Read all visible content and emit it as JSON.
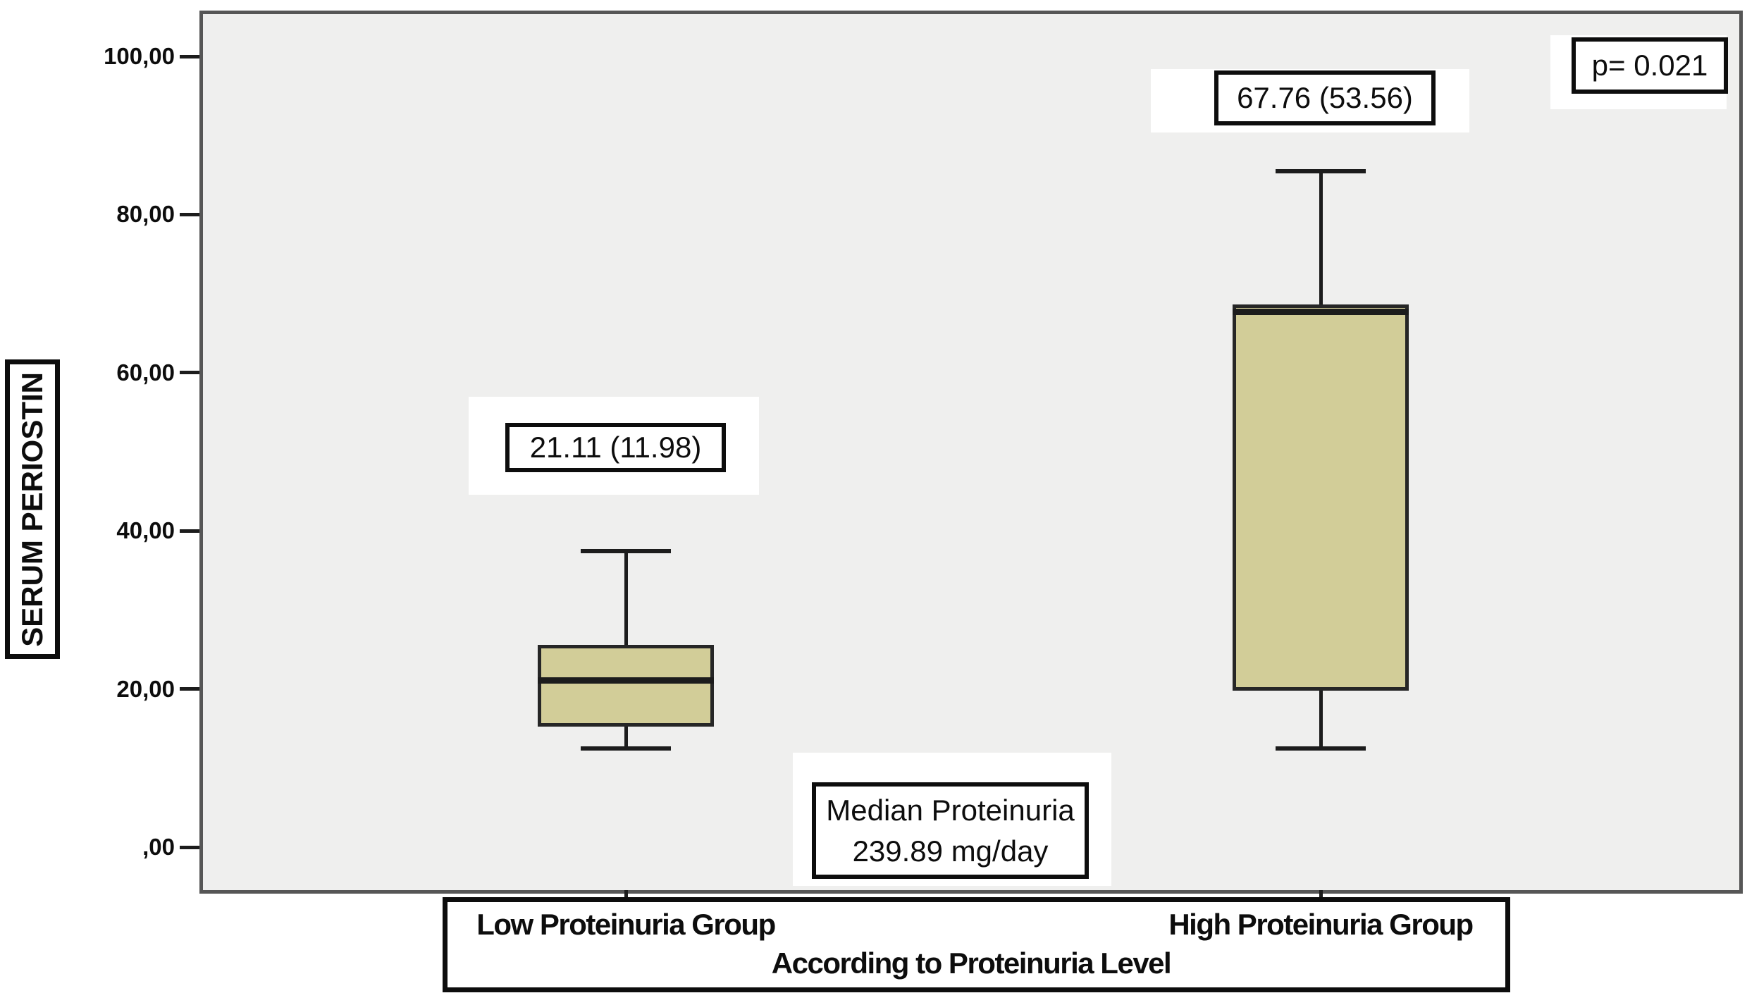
{
  "figure": {
    "background": "#ffffff",
    "plot_bg": "#efefee",
    "border_color": "#565656",
    "box_fill": "#d2cd98",
    "line_color": "#1c1c1c"
  },
  "y_axis": {
    "label": "SERUM PERIOSTIN",
    "ticks": [
      {
        "label": "100,00",
        "value": 100
      },
      {
        "label": "80,00",
        "value": 80
      },
      {
        "label": "60,00",
        "value": 60
      },
      {
        "label": "40,00",
        "value": 40
      },
      {
        "label": "20,00",
        "value": 20
      },
      {
        "label": ",00",
        "value": 0
      }
    ]
  },
  "x_axis": {
    "title": "According to Proteinuria Level",
    "categories": [
      "Low Proteinuria Group",
      "High Proteinuria Group"
    ]
  },
  "annotations": {
    "low_box_label": "21.11 (11.98)",
    "high_box_label": "67.76 (53.56)",
    "p_value": "p= 0.021",
    "median_proteinuria_line1": "Median Proteinuria",
    "median_proteinuria_line2": "239.89 mg/day"
  },
  "chart_data": {
    "type": "box",
    "title": "",
    "ylabel": "SERUM PERIOSTIN",
    "xlabel": "According to Proteinuria Level",
    "categories": [
      "Low Proteinuria Group",
      "High Proteinuria Group"
    ],
    "ylim": [
      -5.4,
      105.3
    ],
    "ytick_values": [
      0,
      20,
      40,
      60,
      80,
      100
    ],
    "ytick_labels": [
      ",00",
      "20,00",
      "40,00",
      "60,00",
      "80,00",
      "100,00"
    ],
    "grid": false,
    "legend": false,
    "series": [
      {
        "name": "Low Proteinuria Group",
        "whisker_low": 12.5,
        "q1": 15.2,
        "median": 21.11,
        "q3": 25.6,
        "whisker_high": 37.4,
        "label": "21.11 (11.98)",
        "label_meaning": "median (IQR)"
      },
      {
        "name": "High Proteinuria Group",
        "whisker_low": 12.5,
        "q1": 19.8,
        "median": 67.76,
        "q3": 68.6,
        "whisker_high": 85.5,
        "label": "67.76 (53.56)",
        "label_meaning": "median (IQR)"
      }
    ],
    "annotations": [
      {
        "text": "p= 0.021",
        "position": "top-right"
      },
      {
        "text": "Median Proteinuria 239.89 mg/day",
        "position": "bottom-center"
      }
    ]
  }
}
